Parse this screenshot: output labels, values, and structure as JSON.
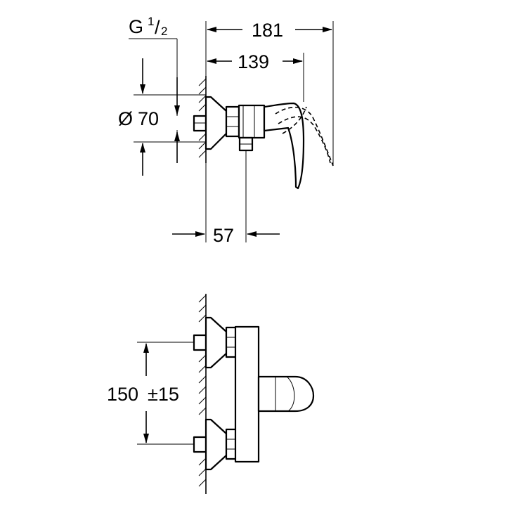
{
  "top_view": {
    "thread": {
      "prefix": "G",
      "numerator": "1",
      "denominator": "2"
    },
    "diameter": {
      "symbol": "Ø",
      "value": "70"
    },
    "overall_length": "181",
    "lever_length": "139",
    "outlet_offset": "57"
  },
  "bottom_view": {
    "center_distance": "150",
    "tolerance": "±15"
  }
}
